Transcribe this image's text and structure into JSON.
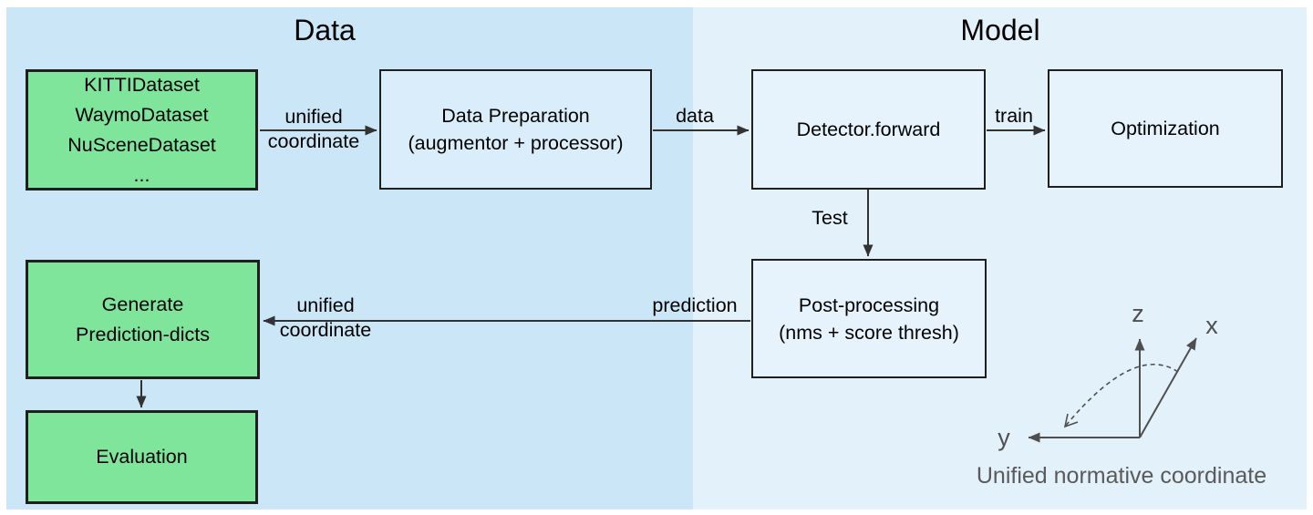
{
  "sections": {
    "data": {
      "title": "Data"
    },
    "model": {
      "title": "Model"
    }
  },
  "boxes": {
    "datasets": {
      "lines": [
        "KITTIDataset",
        "WaymoDataset",
        "NuSceneDataset",
        "..."
      ]
    },
    "data_preparation": {
      "lines": [
        "Data Preparation",
        "(augmentor + processor)"
      ]
    },
    "detector": {
      "label": "Detector.forward"
    },
    "optimization": {
      "label": "Optimization"
    },
    "post_processing": {
      "lines": [
        "Post-processing",
        "(nms + score thresh)"
      ]
    },
    "generate_prediction": {
      "lines": [
        "Generate",
        "Prediction-dicts"
      ]
    },
    "evaluation": {
      "label": "Evaluation"
    }
  },
  "edge_labels": {
    "unified_coordinate_in": {
      "line1": "unified",
      "line2": "coordinate"
    },
    "data": "data",
    "train": "train",
    "test": "Test",
    "prediction": "prediction",
    "unified_coordinate_out": {
      "line1": "unified",
      "line2": "coordinate"
    }
  },
  "coordinate_diagram": {
    "axis_z": "z",
    "axis_x": "x",
    "axis_y": "y",
    "caption": "Unified normative coordinate"
  },
  "colors": {
    "data_panel_bg": "#cbe6f7",
    "model_panel_bg": "#e3f1fa",
    "green_box_bg": "#7ee59b",
    "light_box_bg": "#e6f3fc",
    "box_border": "#1f1f1f",
    "arrow": "#333333",
    "axis_gray": "#4f4f4f",
    "caption_gray": "#5a5a5a"
  }
}
